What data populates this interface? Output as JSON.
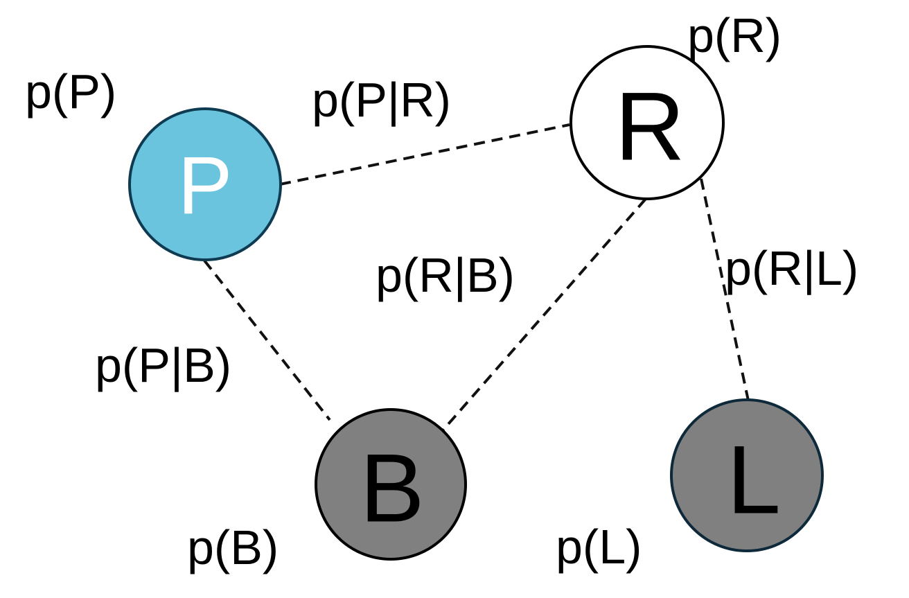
{
  "nodes": {
    "P": {
      "label": "P",
      "fill": "#6BC4DD",
      "stroke": "#0E3A52",
      "text_color": "#FFFFFF"
    },
    "R": {
      "label": "R",
      "fill": "#FFFFFF",
      "stroke": "#000000",
      "text_color": "#000000"
    },
    "B": {
      "label": "B",
      "fill": "#808080",
      "stroke": "#000000",
      "text_color": "#000000"
    },
    "L": {
      "label": "L",
      "fill": "#808080",
      "stroke": "#0E2A3A",
      "text_color": "#000000"
    }
  },
  "edges": [
    {
      "from": "P",
      "to": "R",
      "label": "p(P|R)",
      "style": "dashed"
    },
    {
      "from": "R",
      "to": "B",
      "label": "p(R|B)",
      "style": "dashed"
    },
    {
      "from": "R",
      "to": "L",
      "label": "p(R|L)",
      "style": "dashed"
    },
    {
      "from": "P",
      "to": "B",
      "label": "p(P|B)",
      "style": "dashed"
    }
  ],
  "node_priors": {
    "P": "p(P)",
    "R": "p(R)",
    "B": "p(B)",
    "L": "p(L)"
  }
}
